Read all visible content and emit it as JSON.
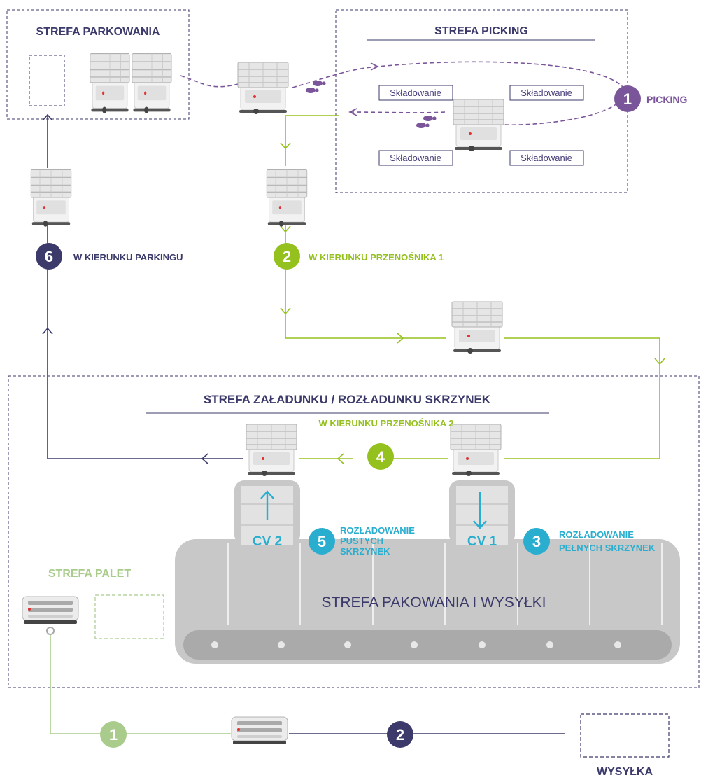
{
  "colors": {
    "navy": "#3b3a6b",
    "purple": "#7a559a",
    "lime": "#95c11f",
    "cyan": "#29aecf",
    "light_green": "#a9cc8c",
    "gray": "#c8c8c8"
  },
  "zones": {
    "parking": "STREFA PARKOWANIA",
    "picking": "STREFA PICKING",
    "loading": "STREFA ZAŁADUNKU / ROZŁADUNKU SKRZYNEK",
    "pallets": "STREFA PALET",
    "packing": "STREFA PAKOWANIA I WYSYŁKI",
    "shipping": "WYSYŁKA"
  },
  "storage_label": "Składowanie",
  "steps": {
    "s1": {
      "number": "1",
      "label": "PICKING"
    },
    "s2": {
      "number": "2",
      "label": "W KIERUNKU PRZENOŚNIKA 1"
    },
    "s3": {
      "number": "3",
      "label_line1": "ROZŁADOWANIE",
      "label_line2": "PEŁNYCH SKRZYNEK"
    },
    "s4": {
      "number": "4",
      "label": "W KIERUNKU PRZENOŚNIKA  2"
    },
    "s5": {
      "number": "5",
      "label_line1": "ROZŁADOWANIE",
      "label_line2": "PUSTYCH",
      "label_line3": "SKRZYNEK"
    },
    "s6": {
      "number": "6",
      "label": "W KIERUNKU PARKINGU"
    }
  },
  "conveyors": {
    "cv1": "CV 1",
    "cv2": "CV 2"
  },
  "pallet_steps": {
    "p1": "1",
    "p2": "2"
  }
}
